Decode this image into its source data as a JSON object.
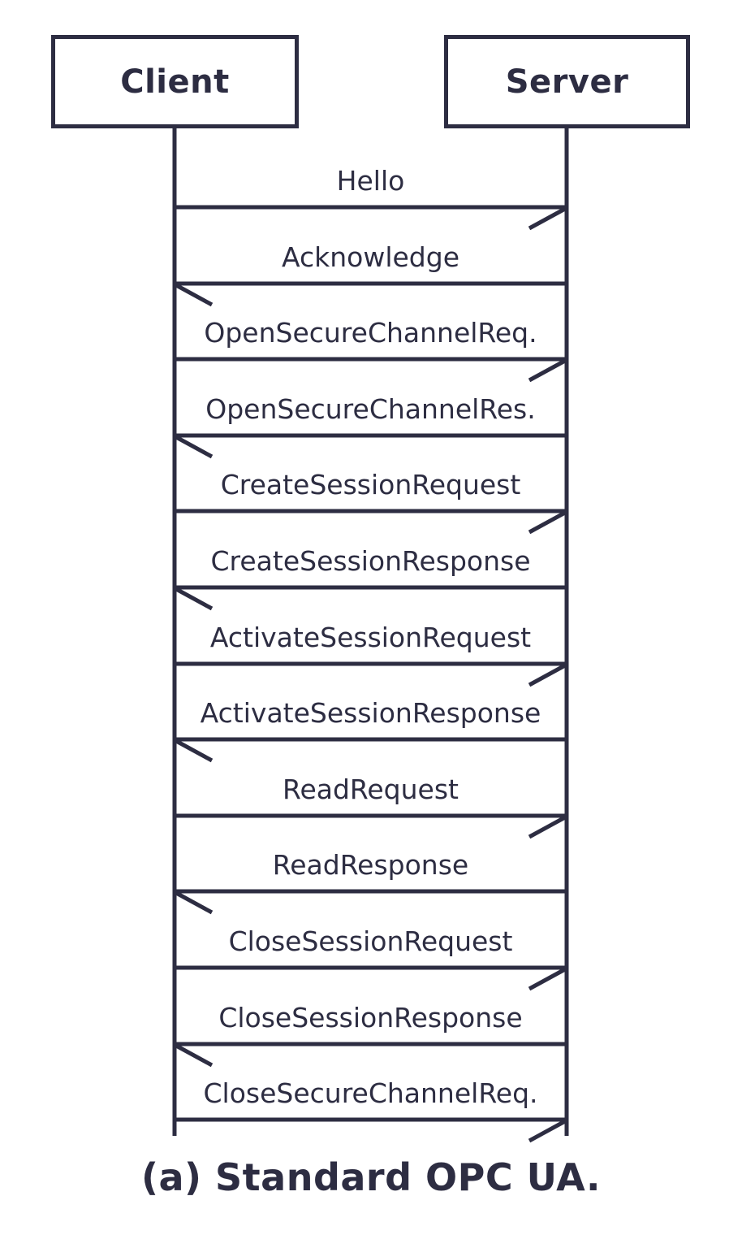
{
  "diagram": {
    "caption": "(a) Standard OPC UA.",
    "colors": {
      "ink": "#2d2d42",
      "background": "#ffffff"
    },
    "actors": [
      {
        "name": "Client"
      },
      {
        "name": "Server"
      }
    ],
    "messages": [
      {
        "label": "Hello",
        "from": "Client",
        "to": "Server",
        "direction": "right"
      },
      {
        "label": "Acknowledge",
        "from": "Server",
        "to": "Client",
        "direction": "left"
      },
      {
        "label": "OpenSecureChannelReq.",
        "from": "Client",
        "to": "Server",
        "direction": "right"
      },
      {
        "label": "OpenSecureChannelRes.",
        "from": "Server",
        "to": "Client",
        "direction": "left"
      },
      {
        "label": "CreateSessionRequest",
        "from": "Client",
        "to": "Server",
        "direction": "right"
      },
      {
        "label": "CreateSessionResponse",
        "from": "Server",
        "to": "Client",
        "direction": "left"
      },
      {
        "label": "ActivateSessionRequest",
        "from": "Client",
        "to": "Server",
        "direction": "right"
      },
      {
        "label": "ActivateSessionResponse",
        "from": "Server",
        "to": "Client",
        "direction": "left"
      },
      {
        "label": "ReadRequest",
        "from": "Client",
        "to": "Server",
        "direction": "right"
      },
      {
        "label": "ReadResponse",
        "from": "Server",
        "to": "Client",
        "direction": "left"
      },
      {
        "label": "CloseSessionRequest",
        "from": "Client",
        "to": "Server",
        "direction": "right"
      },
      {
        "label": "CloseSessionResponse",
        "from": "Server",
        "to": "Client",
        "direction": "left"
      },
      {
        "label": "CloseSecureChannelReq.",
        "from": "Client",
        "to": "Server",
        "direction": "right"
      }
    ]
  }
}
